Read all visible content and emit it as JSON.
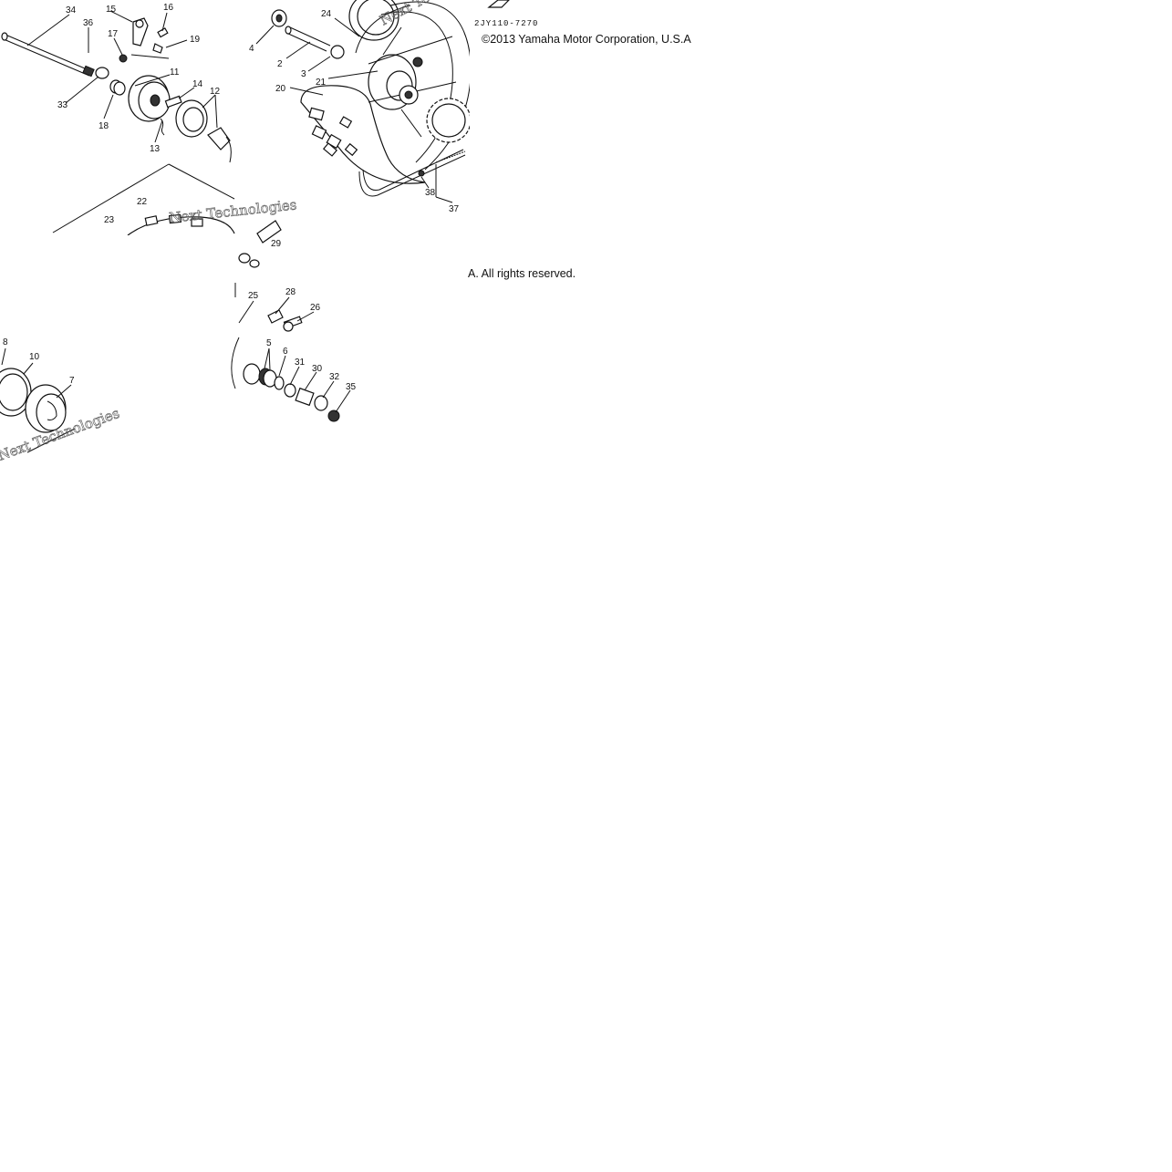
{
  "diagram": {
    "code": "2JY110-7270",
    "copyright_line1": "©2013 Yamaha Motor Corporation, U.S.A",
    "copyright_line2": "A. All rights reserved.",
    "watermark_text": "Next Technologies",
    "callouts": [
      "34",
      "36",
      "15",
      "16",
      "17",
      "19",
      "11",
      "33",
      "18",
      "14",
      "12",
      "13",
      "24",
      "4",
      "2",
      "3",
      "21",
      "20",
      "22",
      "23",
      "29",
      "25",
      "28",
      "26",
      "5",
      "6",
      "31",
      "30",
      "32",
      "35",
      "8",
      "10",
      "7",
      "38",
      "37"
    ]
  }
}
